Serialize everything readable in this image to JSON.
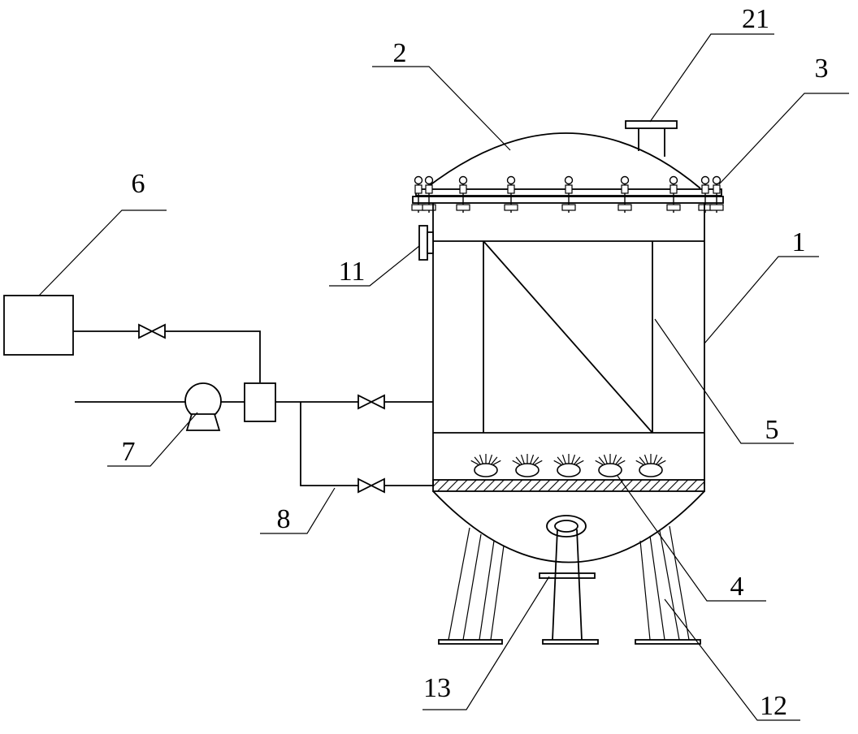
{
  "labels": {
    "vessel_body": "1",
    "dome_head": "2",
    "flange_bolts": "3",
    "filter_plate": "4",
    "filter_cartridge": "5",
    "dosing_tank": "6",
    "pump": "7",
    "bypass_pipe": "8",
    "side_port": "11",
    "support_leg": "12",
    "drain_outlet": "13",
    "top_outlet": "21"
  }
}
